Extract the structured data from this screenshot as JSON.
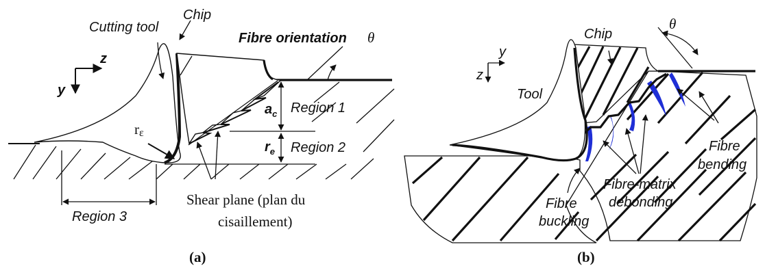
{
  "panel_a": {
    "cutting_tool": "Cutting tool",
    "chip": "Chip",
    "fibre_orientation": "Fibre orientation",
    "theta": "θ",
    "axis_z": "z",
    "axis_y": "y",
    "r_epsilon_r": "r",
    "r_epsilon_sub": "ε",
    "a_c": "a",
    "a_c_sub": "c",
    "r_e": "r",
    "r_e_sub": "e",
    "region1": "Region 1",
    "region2": "Region 2",
    "region3": "Region 3",
    "shear_line1": "Shear plane (plan du",
    "shear_line2": "cisaillement)",
    "caption": "(a)"
  },
  "panel_b": {
    "chip": "Chip",
    "theta": "θ",
    "axis_y": "y",
    "axis_z": "z",
    "tool": "Tool",
    "fibre_bending_1": "Fibre",
    "fibre_bending_2": "bending",
    "fm_debond_1": "Fibre-matrix",
    "fm_debond_2": "debonding",
    "fibre_buckling_1": "Fibre",
    "fibre_buckling_2": "buckling",
    "caption": "(b)"
  },
  "colors": {
    "damage": "#1f2fd6",
    "ink": "#111111"
  }
}
